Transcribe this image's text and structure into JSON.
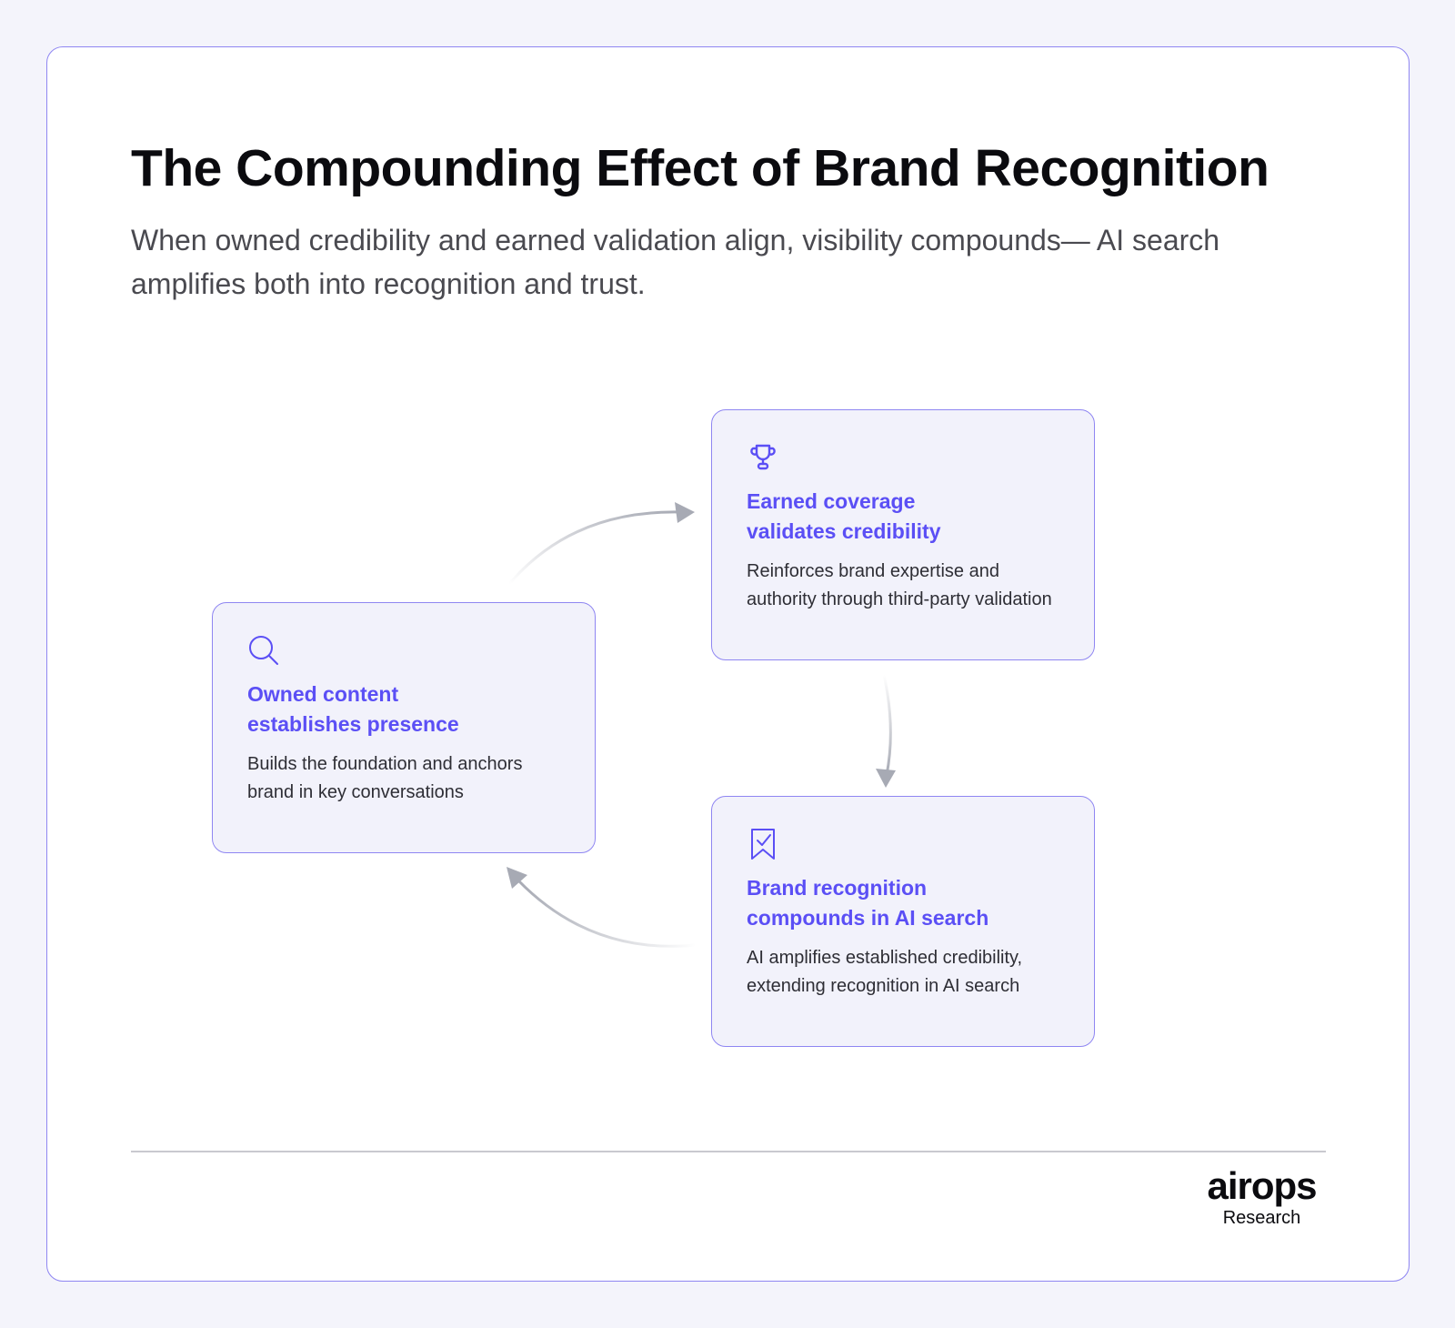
{
  "header": {
    "title": "The Compounding Effect of Brand Recognition",
    "subtitle": "When owned credibility and earned validation align, visibility compounds— AI search amplifies both into recognition and trust."
  },
  "cards": {
    "earned": {
      "icon": "trophy-icon",
      "title": "Earned coverage validates credibility",
      "body": "Reinforces brand expertise and authority through third-party validation"
    },
    "owned": {
      "icon": "search-icon",
      "title": "Owned content establishes presence",
      "body": "Builds the foundation and anchors brand in key conversations"
    },
    "brand": {
      "icon": "bookmark-check-icon",
      "title": "Brand recognition compounds in AI search",
      "body": "AI amplifies established credibility, extending recognition in AI search"
    }
  },
  "footer": {
    "logo": "airops",
    "logo_sub": "Research"
  },
  "colors": {
    "accent": "#5b4ff5",
    "border": "#8f86f2",
    "card_bg": "#f2f2fb",
    "page_bg": "#f4f4fb"
  }
}
